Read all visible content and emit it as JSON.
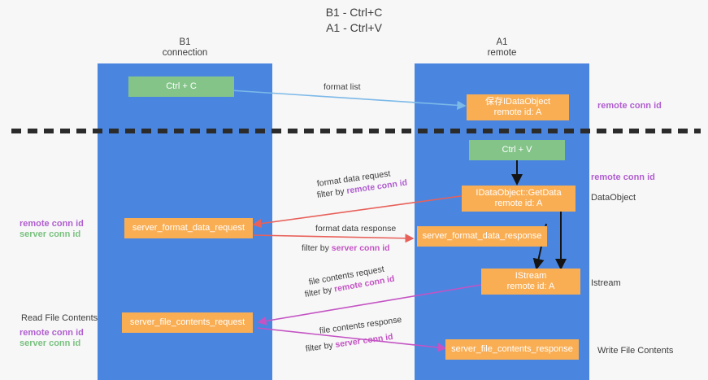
{
  "title": {
    "line1": "B1 - Ctrl+C",
    "line2": "A1 - Ctrl+V"
  },
  "columns": [
    {
      "name": "B1",
      "sub": "connection"
    },
    {
      "name": "A1",
      "sub": "remote"
    }
  ],
  "boxes": {
    "ctrl_c": "Ctrl + C",
    "ctrl_v": "Ctrl + V",
    "save_idataobject_l1": "保存IDataObject",
    "save_idataobject_l2": "remote id: A",
    "getdata_l1": "IDataObject::GetData",
    "getdata_l2": "remote id: A",
    "istream_l1": "IStream",
    "istream_l2": "remote id: A",
    "server_format_data_request": "server_format_data_request",
    "server_format_data_response": "server_format_data_response",
    "server_file_contents_request": "server_file_contents_request",
    "server_file_contents_response": "server_file_contents_response"
  },
  "arrow_labels": {
    "format_list": "format list",
    "format_data_request": "format data request",
    "filter_by_prefix": "filter by ",
    "remote_conn_id": "remote conn id",
    "server_conn_id": "server conn id",
    "format_data_response": "format data response",
    "file_contents_request": "file contents request",
    "file_contents_response": "file contents response"
  },
  "side_labels": {
    "remote_conn_id_top": "remote conn id",
    "remote_conn_id_mid": "remote conn id",
    "data_object": "DataObject",
    "istream": "Istream",
    "write_file_contents": "Write File Contents",
    "read_file_contents": "Read File Contents",
    "left_remote_conn_id_mid": "remote conn id",
    "left_server_conn_id_mid": "server conn id",
    "left_remote_conn_id_bot": "remote conn id",
    "left_server_conn_id_bot": "server conn id"
  },
  "colors": {
    "lane": "#4a86e0",
    "green_box": "#84c489",
    "orange_box": "#f9ae54",
    "purple": "#b05ed0",
    "green_text": "#79c17f",
    "divider": "#2b2b2b",
    "arrow_blue": "#7cb9e8",
    "arrow_red": "#e8605a",
    "arrow_magenta": "#c453c4",
    "arrow_black": "#141414"
  }
}
